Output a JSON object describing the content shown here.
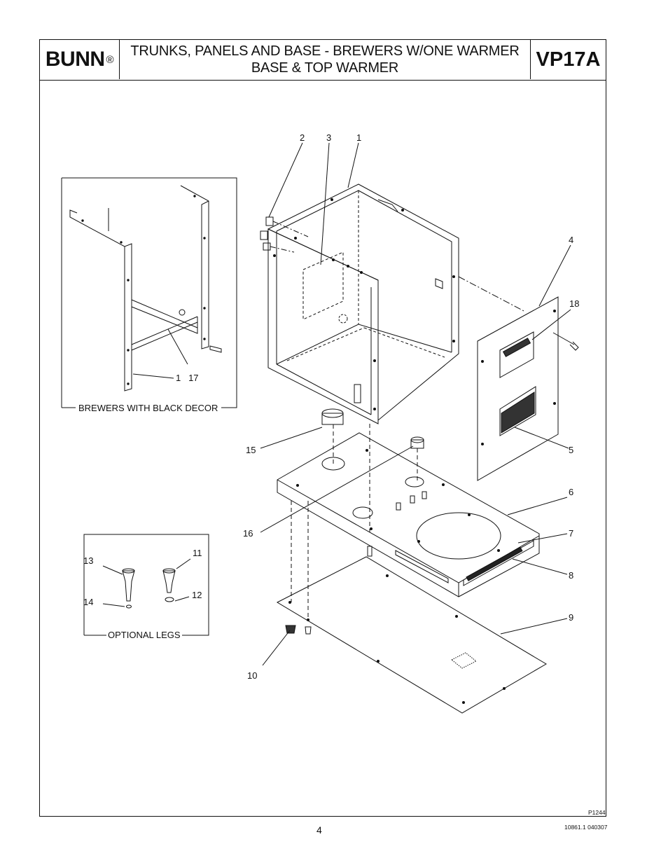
{
  "header": {
    "brand": "BUNN",
    "brand_mark": "®",
    "title_line1": "TRUNKS,  PANELS AND BASE - BREWERS W/ONE WARMER",
    "title_line2": "BASE & TOP WARMER",
    "code": "VP17A"
  },
  "callouts": {
    "c1": "1",
    "c2": "2",
    "c3": "3",
    "c4": "4",
    "c5": "5",
    "c6": "6",
    "c7": "7",
    "c8": "8",
    "c9": "9",
    "c10": "10",
    "c11": "11",
    "c12": "12",
    "c13": "13",
    "c14": "14",
    "c15": "15",
    "c16": "16",
    "c17": "17",
    "c18": "18",
    "inset_1_17": "1   17"
  },
  "insets": {
    "black_decor": "BREWERS WITH BLACK DECOR",
    "optional_legs": "OPTIONAL LEGS"
  },
  "footer": {
    "figure_id": "P1244",
    "page_number": "4",
    "doc_number": "10861.1  040307"
  }
}
